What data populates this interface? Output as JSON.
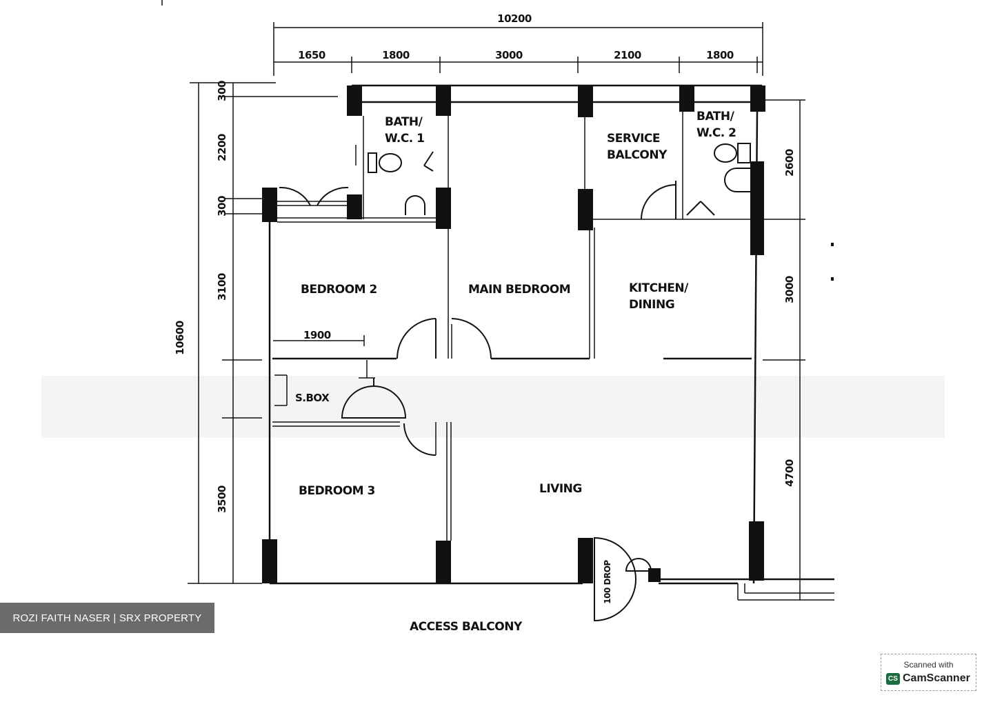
{
  "rooms": {
    "bath1_line1": "BATH/",
    "bath1_line2": "W.C.  1",
    "service_line1": "SERVICE",
    "service_line2": "BALCONY",
    "bath2_line1": "BATH/",
    "bath2_line2": "W.C.  2",
    "bedroom2": "BEDROOM 2",
    "main_bedroom": "MAIN BEDROOM",
    "kitchen_line1": "KITCHEN/",
    "kitchen_line2": "DINING",
    "store": "S.BOX",
    "bedroom3": "BEDROOM 3",
    "living": "LIVING",
    "access_balcony": "ACCESS BALCONY",
    "drop": "100 DROP"
  },
  "dimensions": {
    "total_width": "10200",
    "top_1": "1650",
    "top_2": "1800",
    "top_3": "3000",
    "top_4": "2100",
    "top_5": "1800",
    "left_total": "10600",
    "left_1": "300",
    "left_2": "2200",
    "left_3": "300",
    "left_4": "3100",
    "left_5": "3500",
    "right_1": "2600",
    "right_2": "3000",
    "right_3": "4700",
    "bedroom2_inner": "1900"
  },
  "watermark": "ROZI FAITH NASER | SRX PROPERTY",
  "scanner": {
    "scanned_with": "Scanned with",
    "logo": "CS",
    "brand": "CamScanner"
  }
}
